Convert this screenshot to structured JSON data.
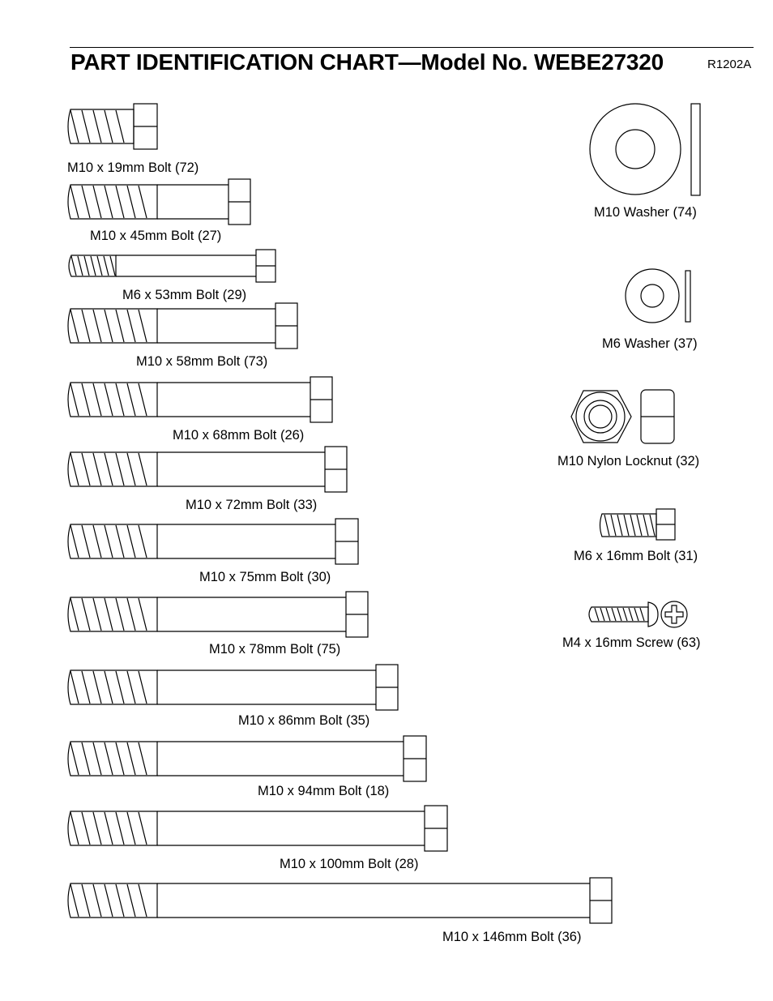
{
  "header": {
    "title": "PART IDENTIFICATION CHART—Model No. WEBE27320",
    "code": "R1202A"
  },
  "bolts": [
    {
      "label": "M10 x 19mm Bolt (72)"
    },
    {
      "label": "M10 x 45mm Bolt (27)"
    },
    {
      "label": "M6 x 53mm Bolt (29)"
    },
    {
      "label": "M10 x 58mm Bolt (73)"
    },
    {
      "label": "M10 x 68mm Bolt (26)"
    },
    {
      "label": "M10 x 72mm Bolt (33)"
    },
    {
      "label": "M10 x 75mm Bolt (30)"
    },
    {
      "label": "M10 x 78mm Bolt (75)"
    },
    {
      "label": "M10 x 86mm Bolt (35)"
    },
    {
      "label": "M10 x 94mm Bolt (18)"
    },
    {
      "label": "M10 x 100mm Bolt (28)"
    },
    {
      "label": "M10 x 146mm Bolt (36)"
    }
  ],
  "hardware": [
    {
      "label": "M10 Washer (74)"
    },
    {
      "label": "M6 Washer (37)"
    },
    {
      "label": "M10 Nylon Locknut (32)"
    },
    {
      "label": "M6 x 16mm Bolt (31)"
    },
    {
      "label": "M4 x 16mm Screw (63)"
    }
  ]
}
